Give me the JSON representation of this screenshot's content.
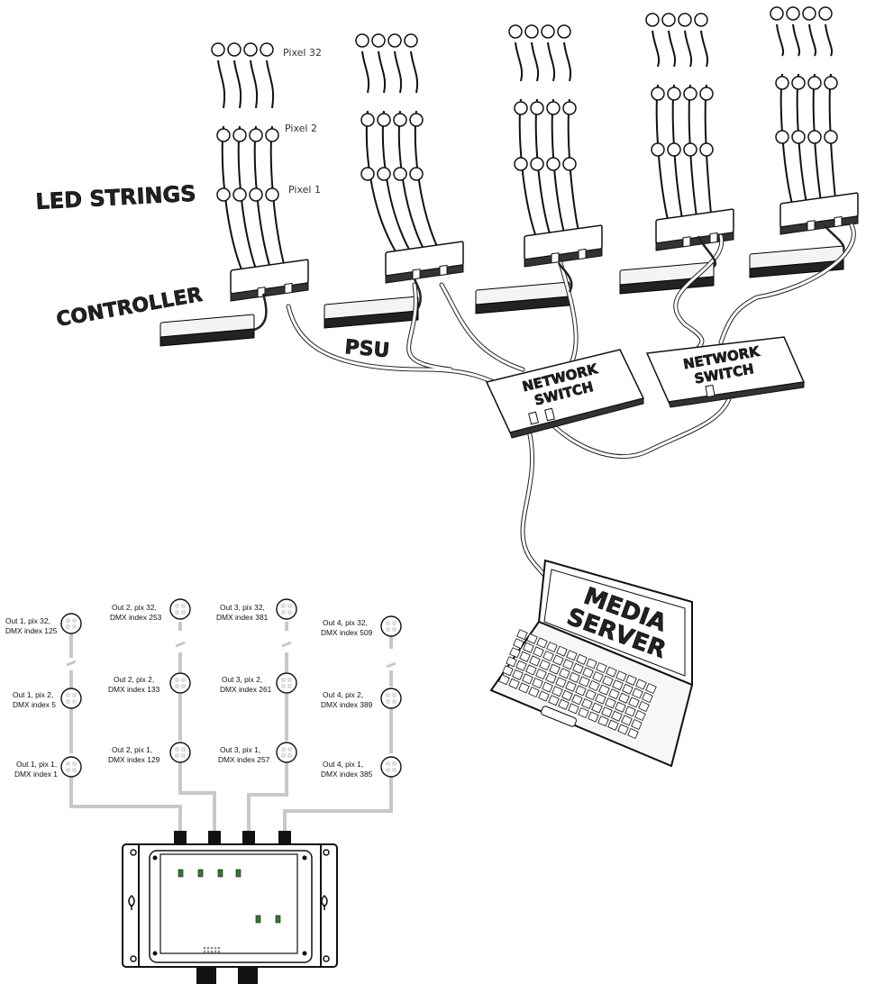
{
  "labels": {
    "led_strings": "LED STRINGS",
    "controller": "CONTROLLER",
    "psu": "PSU",
    "network_switch_line1": "NETWORK",
    "network_switch_line2": "SWITCH",
    "media_server_line1": "MEDIA",
    "media_server_line2": "SERVER",
    "pixel_32": "Pixel 32",
    "pixel_2": "Pixel 2",
    "pixel_1": "Pixel 1"
  },
  "outputs": [
    {
      "output": "Out 1",
      "pixels": [
        {
          "line1": "Out 1, pix 32,",
          "line2": "DMX index 125"
        },
        {
          "line1": "Out 1, pix 2,",
          "line2": "DMX index 5"
        },
        {
          "line1": "Out 1, pix 1,",
          "line2": "DMX index 1"
        }
      ]
    },
    {
      "output": "Out 2",
      "pixels": [
        {
          "line1": "Out 2, pix 32,",
          "line2": "DMX index 253"
        },
        {
          "line1": "Out 2, pix 2,",
          "line2": "DMX index 133"
        },
        {
          "line1": "Out 2, pix 1,",
          "line2": "DMX index 129"
        }
      ]
    },
    {
      "output": "Out 3",
      "pixels": [
        {
          "line1": "Out 3, pix 32,",
          "line2": "DMX index 381"
        },
        {
          "line1": "Out 3, pix 2,",
          "line2": "DMX index 261"
        },
        {
          "line1": "Out 3, pix 1,",
          "line2": "DMX index 257"
        }
      ]
    },
    {
      "output": "Out 4",
      "pixels": [
        {
          "line1": "Out 4, pix 32,",
          "line2": "DMX index 509"
        },
        {
          "line1": "Out 4, pix 2,",
          "line2": "DMX index 389"
        },
        {
          "line1": "Out 4, pix 1,",
          "line2": "DMX index 385"
        }
      ]
    }
  ],
  "colors": {
    "cable_grey": "#c8c8c8",
    "ink": "#111111",
    "led_green": "#2e7d32"
  }
}
